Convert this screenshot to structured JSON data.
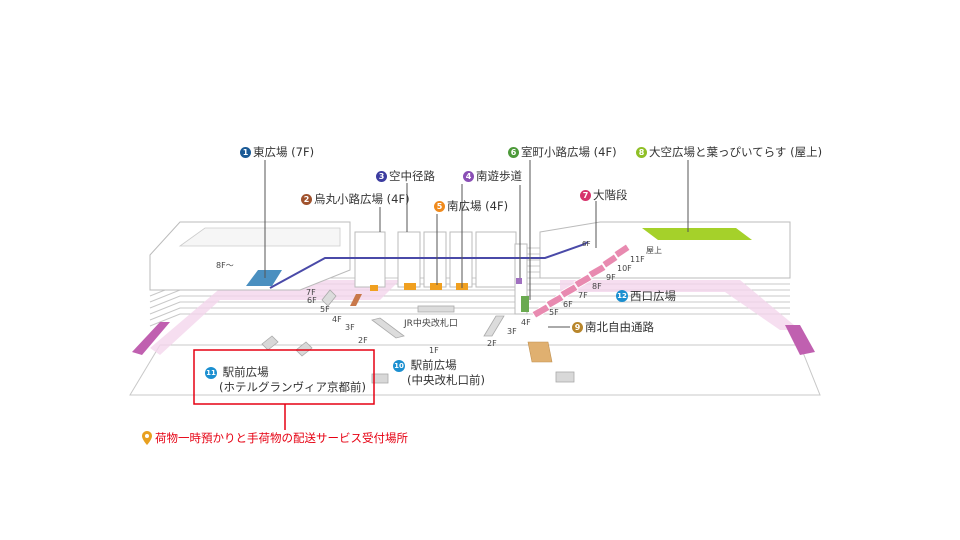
{
  "labels": {
    "east_plaza": {
      "num": "1",
      "text": "東広場 (7F)",
      "color": "#1a5a96"
    },
    "karasuma": {
      "num": "2",
      "text": "烏丸小路広場 (4F)",
      "color": "#a0522d"
    },
    "skyway": {
      "num": "3",
      "text": "空中径路",
      "color": "#3c3ca0"
    },
    "south_walk": {
      "num": "4",
      "text": "南遊歩道",
      "color": "#8a4fb5"
    },
    "south_plaza": {
      "num": "5",
      "text": "南広場 (4F)",
      "color": "#f08a1c"
    },
    "muromachi": {
      "num": "6",
      "text": "室町小路広場 (4F)",
      "color": "#4d9a3a"
    },
    "grand_stairs": {
      "num": "7",
      "text": "大階段",
      "color": "#d6336c"
    },
    "sky_garden": {
      "num": "8",
      "text": "大空広場と葉っぴいてらす (屋上)",
      "color": "#8fbf26"
    },
    "free_passage": {
      "num": "9",
      "text": "南北自由通路",
      "color": "#b8862b"
    },
    "central_gate_plaza": {
      "num": "10",
      "line1": "駅前広場",
      "line2": "(中央改札口前)",
      "color": "#1b8fd0"
    },
    "granvia_plaza": {
      "num": "11",
      "line1": "駅前広場",
      "line2": "(ホテルグランヴィア京都前)",
      "color": "#1b8fd0"
    },
    "west_plaza": {
      "num": "12",
      "text": "西口広場",
      "color": "#1b8fd0"
    }
  },
  "gate": "JR中央改札口",
  "floors": {
    "f8": "8F〜",
    "left": [
      "7F",
      "6F",
      "5F",
      "4F",
      "3F",
      "2F"
    ],
    "f1": "1F",
    "center_2f": "2F",
    "center_3f": "3F",
    "center_4f": "4F",
    "right": [
      "5F",
      "6F",
      "7F",
      "8F",
      "9F",
      "10F",
      "11F"
    ],
    "roof": "屋上",
    "stair_6f": "6F"
  },
  "service_note": "荷物一時預かりと手荷物の配送サービス受付場所",
  "colors": {
    "highlight": "#e60012",
    "skyway_line": "#4a4aa8",
    "roof_green": "#a5d12a",
    "stairs_pink": "#e88ab0",
    "east_blue": "#4a8fc0",
    "orange": "#f0a020"
  }
}
